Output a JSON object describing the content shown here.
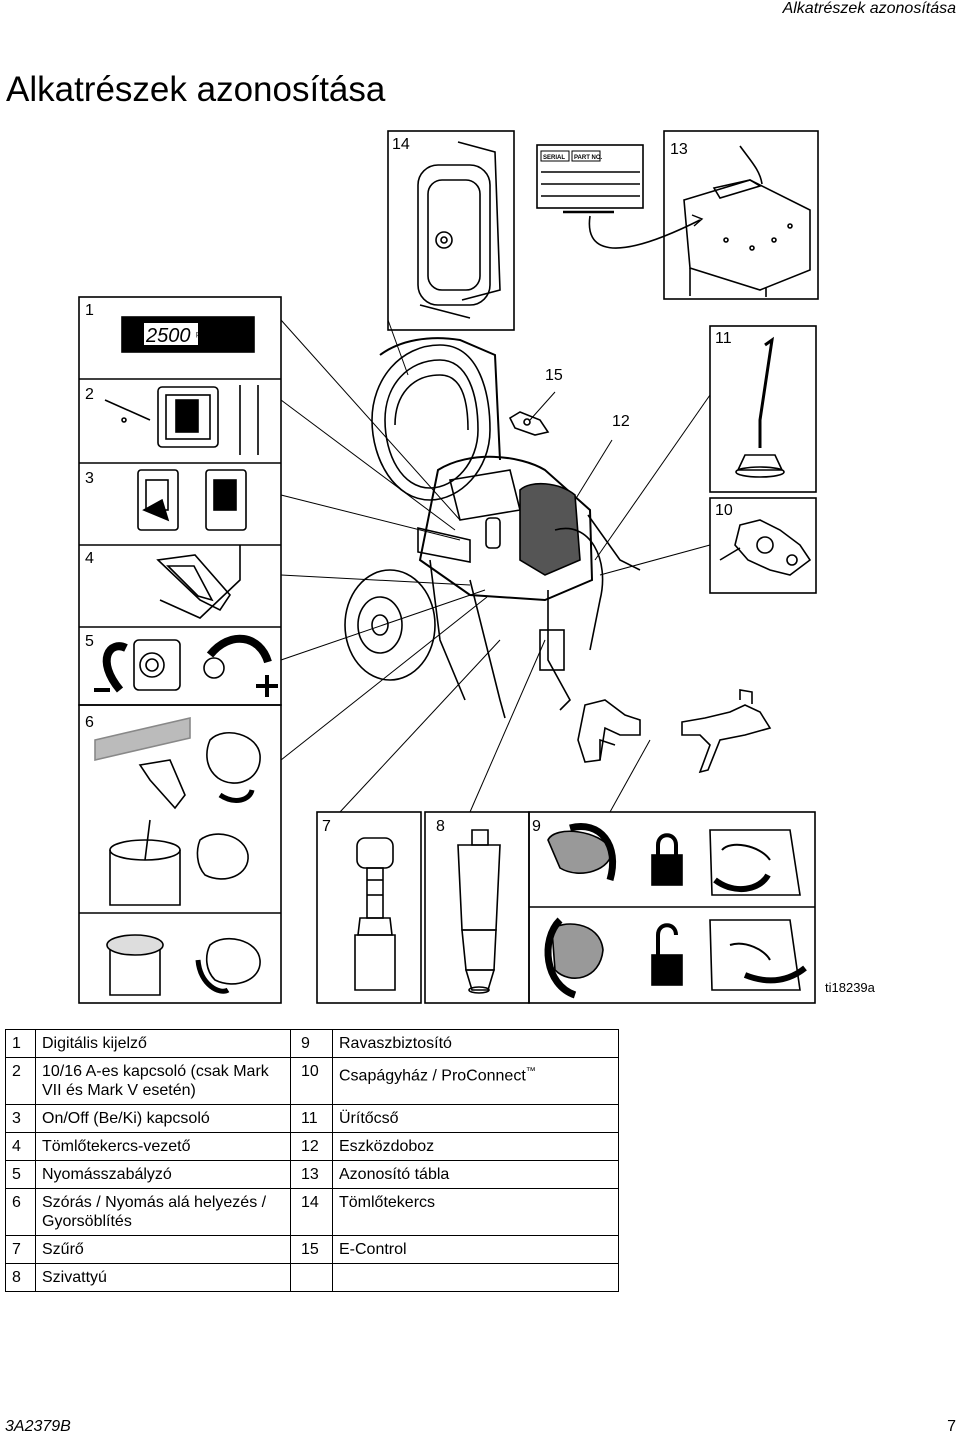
{
  "header": {
    "running_title": "Alkatrészek azonosítása"
  },
  "page_title": "Alkatrészek azonosítása",
  "figure": {
    "display_reading": "2500",
    "display_unit": "psi",
    "plate_serial": "SERIAL",
    "plate_part": "PART NO.",
    "callouts": [
      "1",
      "2",
      "3",
      "4",
      "5",
      "6",
      "7",
      "8",
      "9",
      "10",
      "11",
      "12",
      "13",
      "14",
      "15"
    ],
    "figure_id": "ti18239a"
  },
  "legend": {
    "rows": [
      {
        "n1": "1",
        "t1": "Digitális kijelző",
        "n2": "9",
        "t2": "Ravaszbiztosító"
      },
      {
        "n1": "2",
        "t1": "10/16 A-es kapcsoló (csak Mark VII és Mark V esetén)",
        "n2": "10",
        "t2": "Csapágyház / ProConnect",
        "t2_sup": "™"
      },
      {
        "n1": "3",
        "t1": "On/Off (Be/Ki) kapcsoló",
        "n2": "11",
        "t2": "Ürítőcső"
      },
      {
        "n1": "4",
        "t1": "Tömlőtekercs-vezető",
        "n2": "12",
        "t2": "Eszközdoboz"
      },
      {
        "n1": "5",
        "t1": "Nyomásszabályzó",
        "n2": "13",
        "t2": "Azonosító tábla"
      },
      {
        "n1": "6",
        "t1": "Szórás / Nyomás alá helyezés / Gyorsöblítés",
        "n2": "14",
        "t2": "Tömlőtekercs"
      },
      {
        "n1": "7",
        "t1": "Szűrő",
        "n2": "15",
        "t2": "E-Control"
      },
      {
        "n1": "8",
        "t1": "Szivattyú",
        "n2": "",
        "t2": ""
      }
    ]
  },
  "footer": {
    "doc_number": "3A2379B",
    "page_number": "7"
  }
}
